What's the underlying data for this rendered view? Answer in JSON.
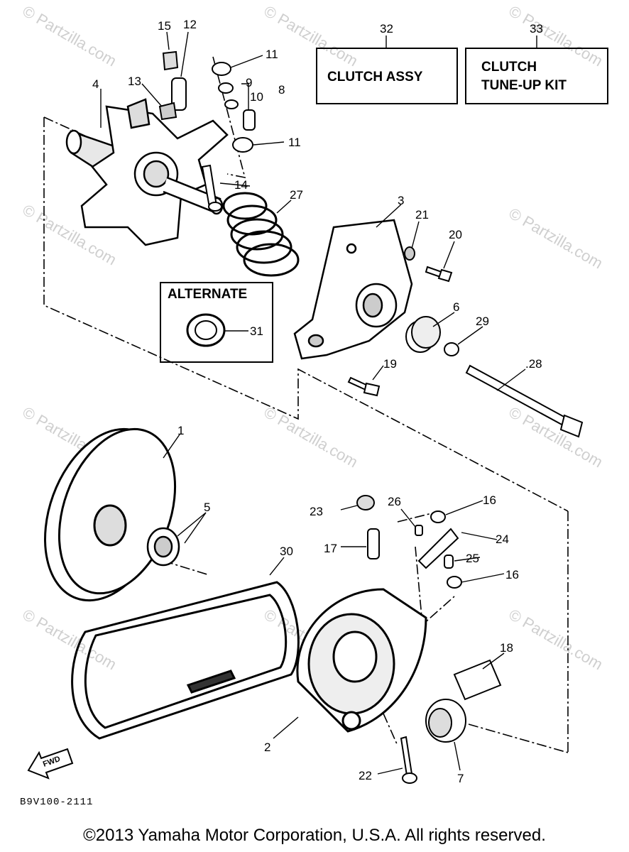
{
  "watermark": "© Partzilla.com",
  "boxes": {
    "clutch_assy": "CLUTCH ASSY",
    "clutch_tuneup_line1": "CLUTCH",
    "clutch_tuneup_line2": "TUNE-UP KIT",
    "alternate": "ALTERNATE"
  },
  "callouts": {
    "c1": "1",
    "c2": "2",
    "c3": "3",
    "c4": "4",
    "c5": "5",
    "c6": "6",
    "c7": "7",
    "c8": "8",
    "c9": "9",
    "c10": "10",
    "c11a": "11",
    "c11b": "11",
    "c12": "12",
    "c13": "13",
    "c14": "14",
    "c15": "15",
    "c16a": "16",
    "c16b": "16",
    "c17": "17",
    "c18": "18",
    "c19": "19",
    "c20": "20",
    "c21": "21",
    "c22": "22",
    "c23": "23",
    "c24": "24",
    "c25": "25",
    "c26": "26",
    "c27": "27",
    "c28": ".28",
    "c29": "29",
    "c30": "30",
    "c31": "31",
    "c32": "32",
    "c33": "33"
  },
  "fwd_label": "FWD",
  "drawing_code": "B9V100-2111",
  "copyright": "©2013 Yamaha Motor Corporation, U.S.A. All rights reserved."
}
